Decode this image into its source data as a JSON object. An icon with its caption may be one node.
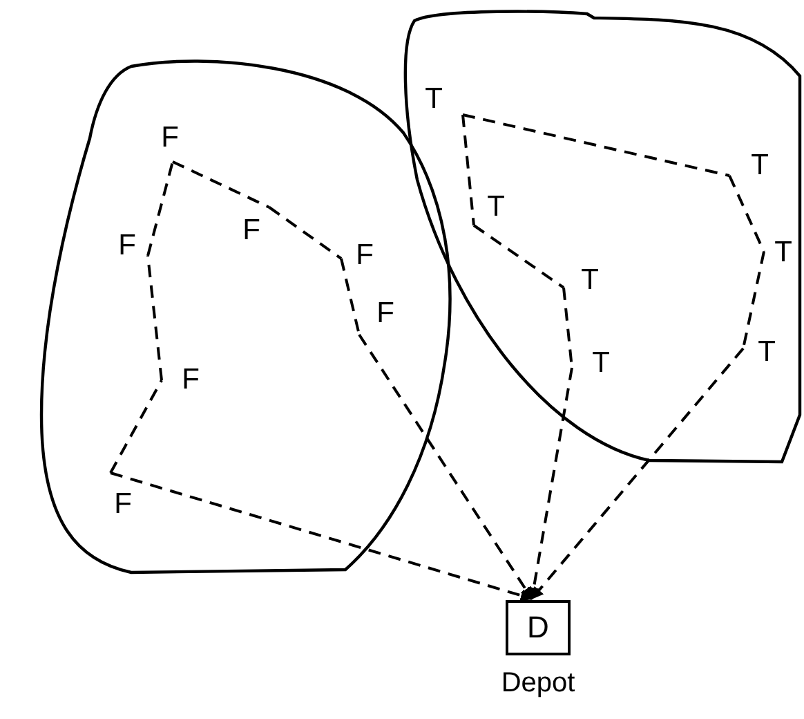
{
  "diagram": {
    "nodes": [
      {
        "text": [],
        "shape": "blob"
      },
      {
        "text": [
          "F"
        ],
        "in": 0
      },
      {
        "text": [
          "F"
        ],
        "in": 0
      },
      {
        "text": [
          "F"
        ],
        "in": 0
      },
      {
        "text": [
          "F"
        ],
        "in": 0
      },
      {
        "text": [
          "F"
        ],
        "in": 0
      },
      {
        "text": [
          "F"
        ],
        "in": 0
      },
      {
        "text": [
          "F"
        ],
        "in": 0
      },
      {
        "text": [],
        "shape": "blob"
      },
      {
        "text": [
          "T"
        ],
        "in": 8
      },
      {
        "text": [
          "T"
        ],
        "in": 8
      },
      {
        "text": [
          "T"
        ],
        "in": 8
      },
      {
        "text": [
          "T"
        ],
        "in": 8
      },
      {
        "text": [
          "T"
        ],
        "in": 8
      },
      {
        "text": [
          "T"
        ],
        "in": 8
      },
      {
        "text": [
          "T"
        ],
        "in": 8
      },
      {
        "text": [
          "D"
        ],
        "beside": [
          "Depot"
        ]
      }
    ],
    "edges": [
      {
        "from": 7,
        "to": 6,
        "arrow": "none",
        "style": "dashed"
      },
      {
        "from": 6,
        "to": 3,
        "arrow": "none",
        "style": "dashed"
      },
      {
        "from": 3,
        "to": 1,
        "arrow": "none",
        "style": "dashed"
      },
      {
        "from": 1,
        "to": 2,
        "arrow": "none",
        "style": "dashed"
      },
      {
        "from": 2,
        "to": 4,
        "arrow": "none",
        "style": "dashed"
      },
      {
        "from": 4,
        "to": 5,
        "arrow": "none",
        "style": "dashed"
      },
      {
        "from": 5,
        "to": 16,
        "arrow": "to",
        "style": "dashed"
      },
      {
        "from": 7,
        "to": 16,
        "arrow": "to",
        "style": "dashed"
      },
      {
        "from": 15,
        "to": 16,
        "arrow": "to",
        "style": "dashed"
      },
      {
        "from": 13,
        "to": 15,
        "arrow": "none",
        "style": "dashed"
      },
      {
        "from": 11,
        "to": 13,
        "arrow": "none",
        "style": "dashed"
      },
      {
        "from": 9,
        "to": 11,
        "arrow": "none",
        "style": "dashed"
      },
      {
        "from": 9,
        "to": 10,
        "arrow": "none",
        "style": "dashed"
      },
      {
        "from": 10,
        "to": 12,
        "arrow": "none",
        "style": "dashed"
      },
      {
        "from": 12,
        "to": 14,
        "arrow": "none",
        "style": "dashed"
      },
      {
        "from": 14,
        "to": 16,
        "arrow": "to",
        "style": "dashed"
      }
    ]
  }
}
